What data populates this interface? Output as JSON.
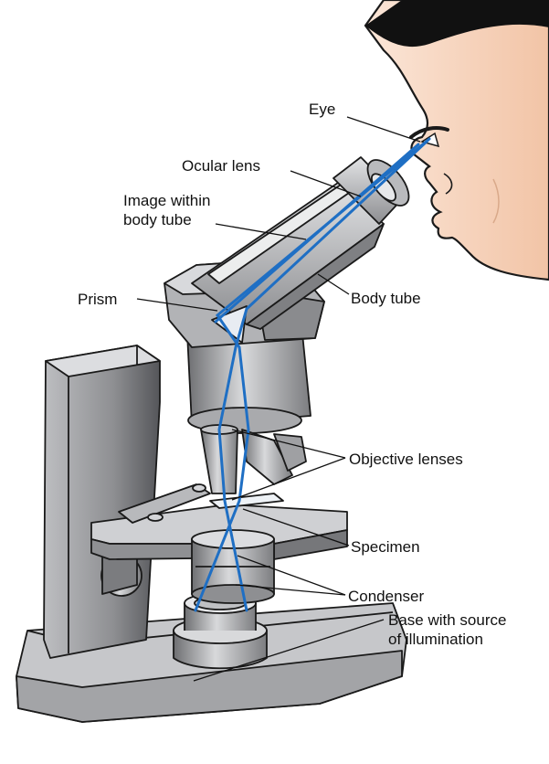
{
  "labels": {
    "eye": "Eye",
    "ocular_lens": "Ocular lens",
    "image_line1": "Image within",
    "image_line2": "body tube",
    "prism": "Prism",
    "body_tube": "Body tube",
    "objective_lenses": "Objective lenses",
    "specimen": "Specimen",
    "condenser": "Condenser",
    "base_line1": "Base with source",
    "base_line2": "of illumination"
  },
  "colors": {
    "light_ray": "#1f6fc4",
    "skin": "#f7d6c0",
    "metal_light": "#c9cacc",
    "metal_mid": "#9a9b9e",
    "metal_dark": "#5c5d60",
    "outline": "#1a1a1a"
  },
  "icons": {
    "face": "human-face-profile",
    "microscope": "compound-light-microscope"
  }
}
